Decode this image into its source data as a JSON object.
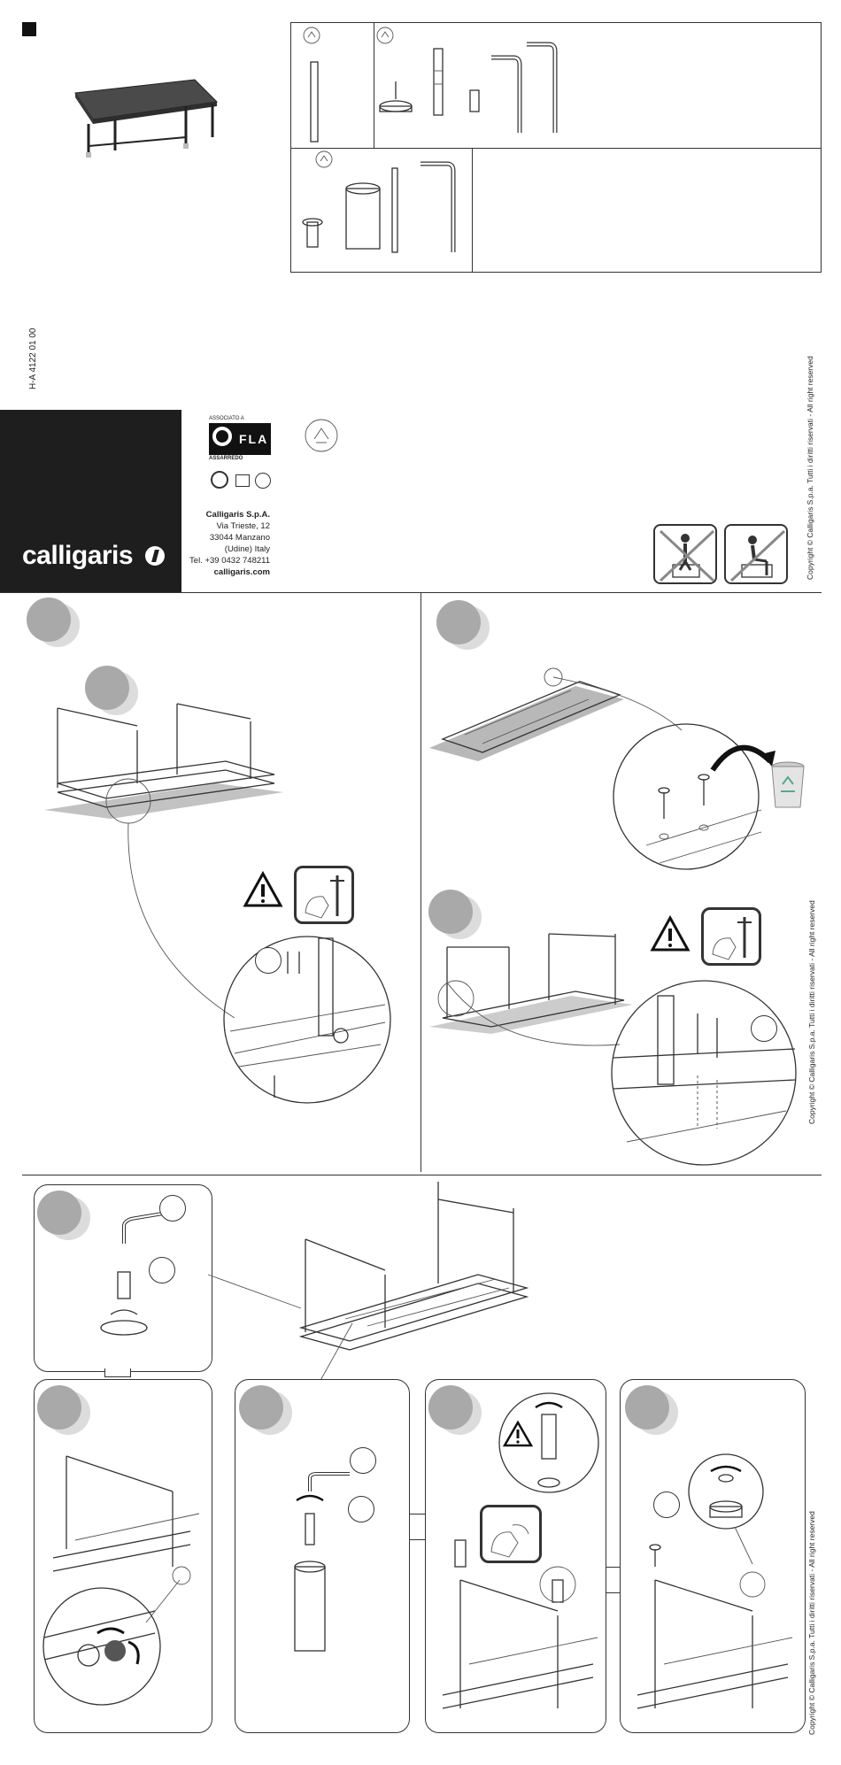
{
  "document_code": "H-A 4122 01 00",
  "brand": {
    "name": "calligaris",
    "association": "ASSOCIATO A",
    "association_name": "FLA",
    "association_sub": "ASSARREDO",
    "company": "Calligaris S.p.A.",
    "street": "Via Trieste, 12",
    "city": "33044 Manzano",
    "region": "(Udine) Italy",
    "phone": "Tel. +39 0432 748211",
    "website": "calligaris.com"
  },
  "copyright": "Copyright © Calligaris S.p.a.  Tutti i diritti riservati - All right reserved",
  "colors": {
    "brand_panel": "#1e1e1e",
    "step_dark": "#a9a9a9",
    "step_light": "#dcdcdc"
  }
}
